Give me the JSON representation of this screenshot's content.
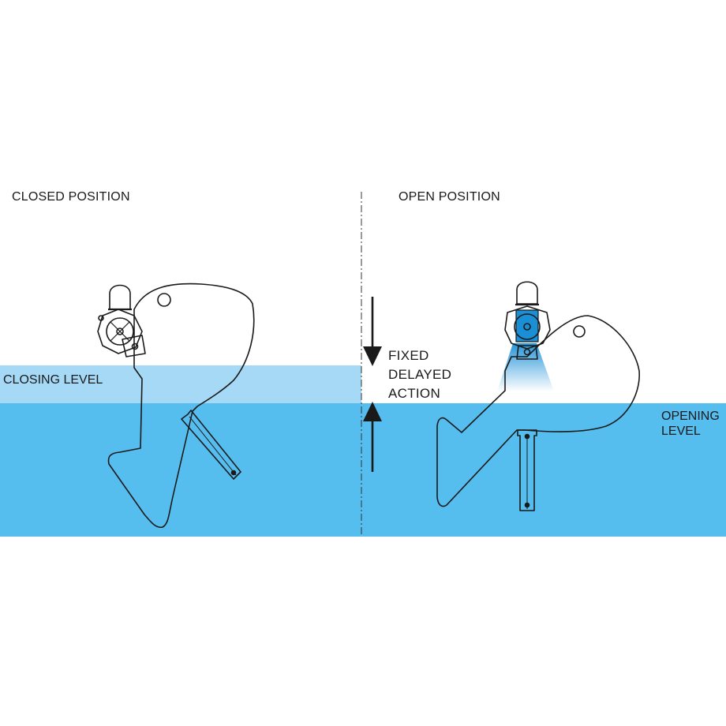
{
  "left_panel": {
    "title": "CLOSED POSITION",
    "level_label": "CLOSING LEVEL"
  },
  "right_panel": {
    "title": "OPEN POSITION",
    "level_label_line1": "OPENING",
    "level_label_line2": "LEVEL"
  },
  "center_annotation": {
    "line1": "FIXED",
    "line2": "DELAYED",
    "line3": "ACTION",
    "arrow_down_icon": "arrow-down-icon",
    "arrow_up_icon": "arrow-up-icon"
  },
  "colors": {
    "water": "#56bdef",
    "closing_band": "#a6d9f6",
    "outline": "#1a1a1a",
    "sensor_highlight": "#1a8fd6"
  }
}
